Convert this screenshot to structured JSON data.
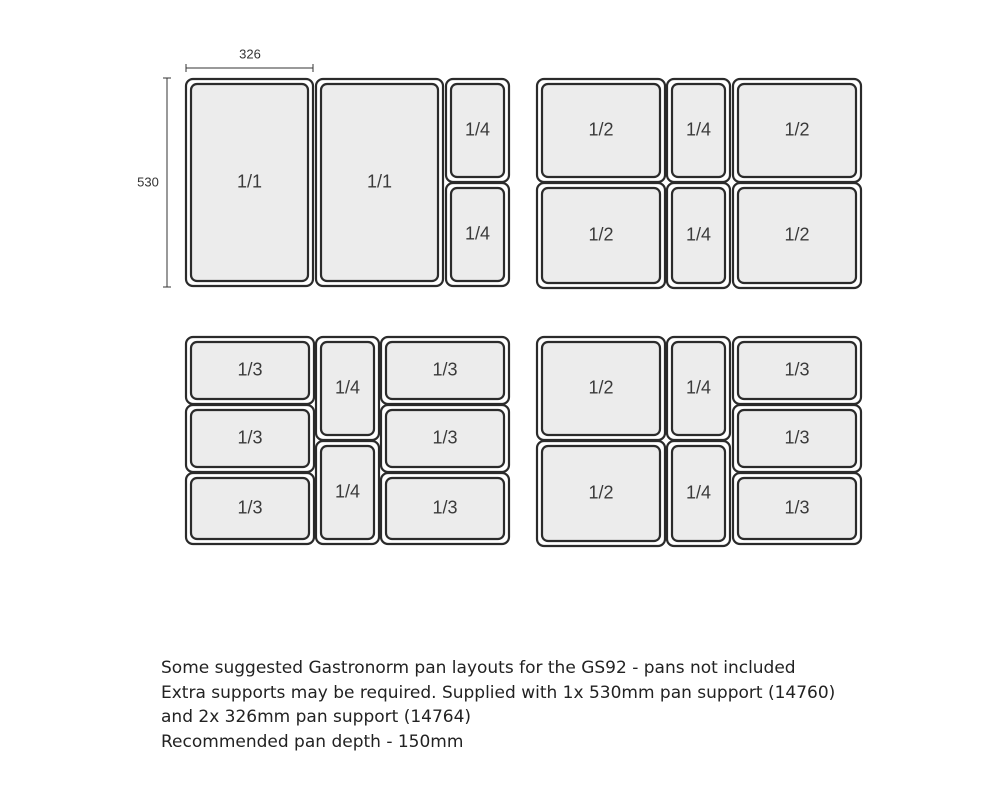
{
  "dimensions": {
    "width_label": "326",
    "height_label": "530"
  },
  "layouts": [
    {
      "name": "layout-1",
      "pans": [
        "1/1",
        "1/1",
        "1/4",
        "1/4"
      ]
    },
    {
      "name": "layout-2",
      "pans": [
        "1/2",
        "1/4",
        "1/2",
        "1/2",
        "1/4",
        "1/2"
      ]
    },
    {
      "name": "layout-3",
      "pans": [
        "1/3",
        "1/4",
        "1/3",
        "1/3",
        "1/3",
        "1/3",
        "1/4",
        "1/3"
      ]
    },
    {
      "name": "layout-4",
      "pans": [
        "1/2",
        "1/4",
        "1/3",
        "1/3",
        "1/2",
        "1/4",
        "1/3"
      ]
    }
  ],
  "notes": {
    "line1": "Some suggested Gastronorm pan layouts for the GS92 - pans not included",
    "line2": "Extra supports may be required. Supplied with 1x 530mm pan support (14760)",
    "line3": "and 2x 326mm pan support (14764)",
    "line4": "Recommended pan depth - 150mm"
  }
}
